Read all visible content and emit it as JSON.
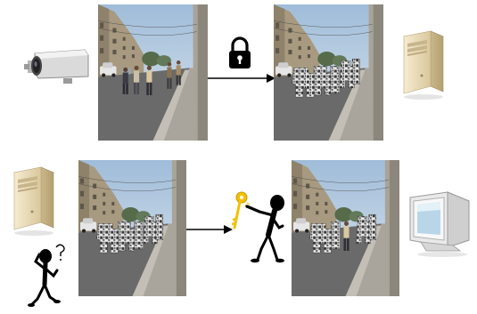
{
  "diagram": {
    "stages": [
      {
        "id": "capture",
        "from": "camera",
        "to": "storage-server",
        "transform": "encrypt",
        "input_frame": "original",
        "output_frame": "scrambled"
      },
      {
        "id": "view",
        "from": "storage-server",
        "to": "monitor",
        "transform": "decrypt-with-key",
        "input_frame": "scrambled",
        "output_frame": "partially-unscrambled"
      }
    ],
    "icons": {
      "camera": "surveillance-camera-icon",
      "lock": "padlock-icon",
      "server_top": "server-tower-icon",
      "server_bottom": "server-tower-icon",
      "confused_user": "confused-stick-figure-icon",
      "key_user": "stick-figure-with-key-icon",
      "monitor": "crt-monitor-icon"
    },
    "colors": {
      "sky": "#b9cde0",
      "road": "#6a6a6a",
      "sidewalk": "#a9a49b",
      "building": "#a79a80",
      "server": "#eadcb8",
      "key": "#f2c100",
      "arrow": "#000000"
    }
  }
}
